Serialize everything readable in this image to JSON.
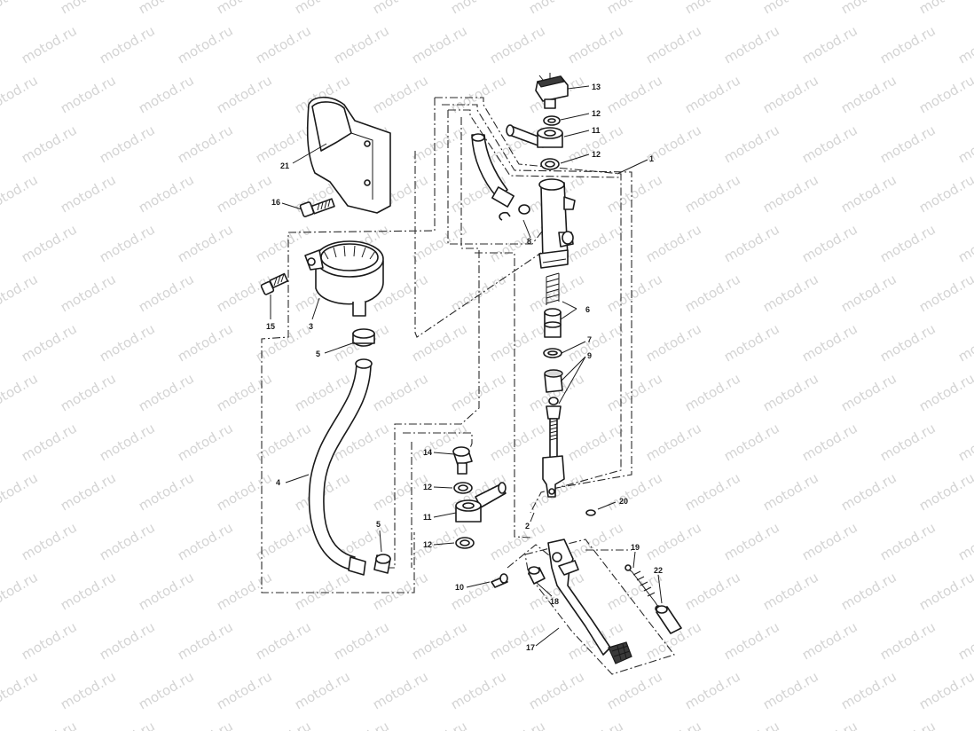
{
  "watermark": {
    "text": "motod.ru"
  },
  "callouts": [
    {
      "id": "c13",
      "text": "13"
    },
    {
      "id": "c12a",
      "text": "12"
    },
    {
      "id": "c11a",
      "text": "11"
    },
    {
      "id": "c12b",
      "text": "12"
    },
    {
      "id": "c1",
      "text": "1"
    },
    {
      "id": "c21",
      "text": "21"
    },
    {
      "id": "c16",
      "text": "16"
    },
    {
      "id": "c8",
      "text": "8"
    },
    {
      "id": "c6",
      "text": "6"
    },
    {
      "id": "c15",
      "text": "15"
    },
    {
      "id": "c3",
      "text": "3"
    },
    {
      "id": "c5a",
      "text": "5"
    },
    {
      "id": "c7",
      "text": "7"
    },
    {
      "id": "c9",
      "text": "9"
    },
    {
      "id": "c14",
      "text": "14"
    },
    {
      "id": "c4",
      "text": "4"
    },
    {
      "id": "c12c",
      "text": "12"
    },
    {
      "id": "c20",
      "text": "20"
    },
    {
      "id": "c11b",
      "text": "11"
    },
    {
      "id": "c2",
      "text": "2"
    },
    {
      "id": "c5b",
      "text": "5"
    },
    {
      "id": "c12d",
      "text": "12"
    },
    {
      "id": "c19",
      "text": "19"
    },
    {
      "id": "c22",
      "text": "22"
    },
    {
      "id": "c10",
      "text": "10"
    },
    {
      "id": "c18",
      "text": "18"
    },
    {
      "id": "c17",
      "text": "17"
    }
  ]
}
